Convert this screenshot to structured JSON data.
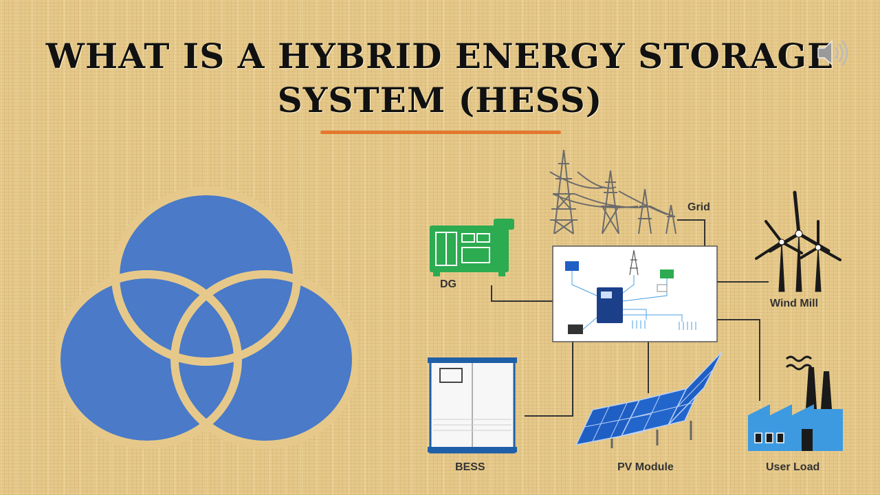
{
  "title": {
    "line1": "WHAT IS A HYBRID ENERGY STORAGE",
    "line2": "SYSTEM (HESS)"
  },
  "icons": {
    "speaker": "speaker-icon"
  },
  "colors": {
    "background": "#e6c98a",
    "underline": "#e3772d",
    "venn": "#4a7ac8",
    "dg": "#2cab50",
    "pv": "#1f5fc4",
    "factory": "#3d9ae0"
  },
  "diagram": {
    "labels": {
      "grid": "Grid",
      "dg": "DG",
      "wind": "Wind Mill",
      "bess": "BESS",
      "pv": "PV Module",
      "load": "User Load"
    }
  }
}
